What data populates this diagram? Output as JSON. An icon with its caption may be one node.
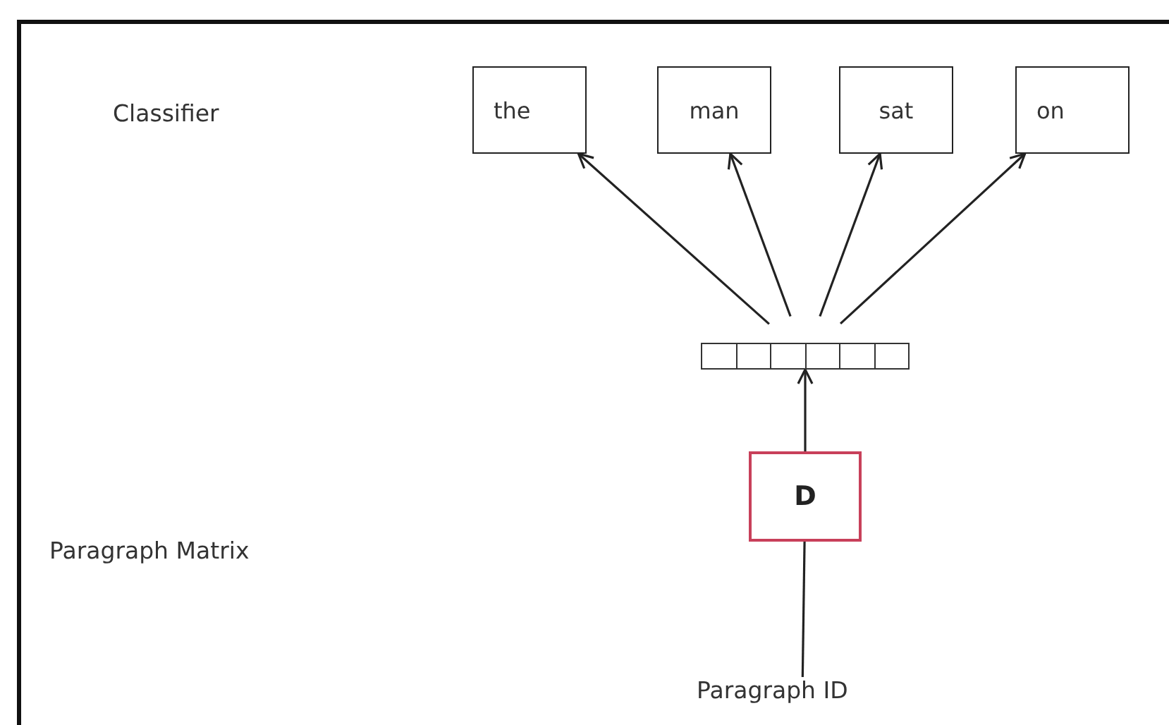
{
  "diagram": {
    "nodes": [
      {
        "text": [
          "the"
        ]
      },
      {
        "text": [
          "man"
        ]
      },
      {
        "text": [
          "sat"
        ]
      },
      {
        "text": [
          "on"
        ]
      },
      {
        "text": [],
        "shape": "bar"
      },
      {
        "text": [
          "D"
        ]
      },
      {
        "text": [
          "Paragraph ID"
        ]
      }
    ],
    "edges": [
      {
        "from": 4,
        "to": 0,
        "arrow": "to"
      },
      {
        "from": 4,
        "to": 1,
        "arrow": "to"
      },
      {
        "from": 4,
        "to": 2,
        "arrow": "to"
      },
      {
        "from": 4,
        "to": 3,
        "arrow": "to"
      },
      {
        "from": 5,
        "to": 4,
        "arrow": "to"
      },
      {
        "from": 6,
        "to": 5,
        "arrow": "none"
      }
    ],
    "labels": [
      "Classifier",
      "Paragraph Matrix"
    ]
  }
}
